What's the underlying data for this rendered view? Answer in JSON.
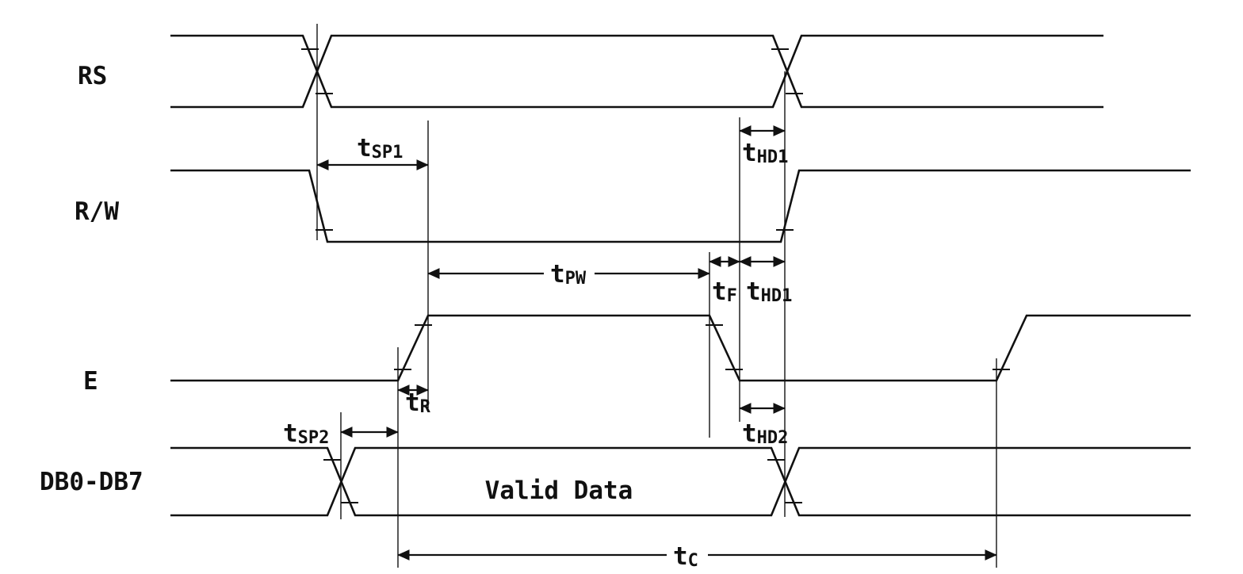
{
  "page": {
    "background_color": "#ffffff",
    "line_color": "#111111"
  },
  "signals": {
    "rs": {
      "label": "RS"
    },
    "rw": {
      "label": "R/W"
    },
    "e": {
      "label": "E"
    },
    "db": {
      "label": "DB0-DB7"
    }
  },
  "bus": {
    "valid_data_label": "Valid Data"
  },
  "timing_params": {
    "tsp1": {
      "base": "t",
      "sub": "SP1"
    },
    "thd1_top": {
      "base": "t",
      "sub": "HD1"
    },
    "tpw": {
      "base": "t",
      "sub": "PW"
    },
    "tf": {
      "base": "t",
      "sub": "F"
    },
    "thd1_mid": {
      "base": "t",
      "sub": "HD1"
    },
    "tr": {
      "base": "t",
      "sub": "R"
    },
    "tsp2": {
      "base": "t",
      "sub": "SP2"
    },
    "thd2": {
      "base": "t",
      "sub": "HD2"
    },
    "tc": {
      "base": "t",
      "sub": "C"
    }
  }
}
